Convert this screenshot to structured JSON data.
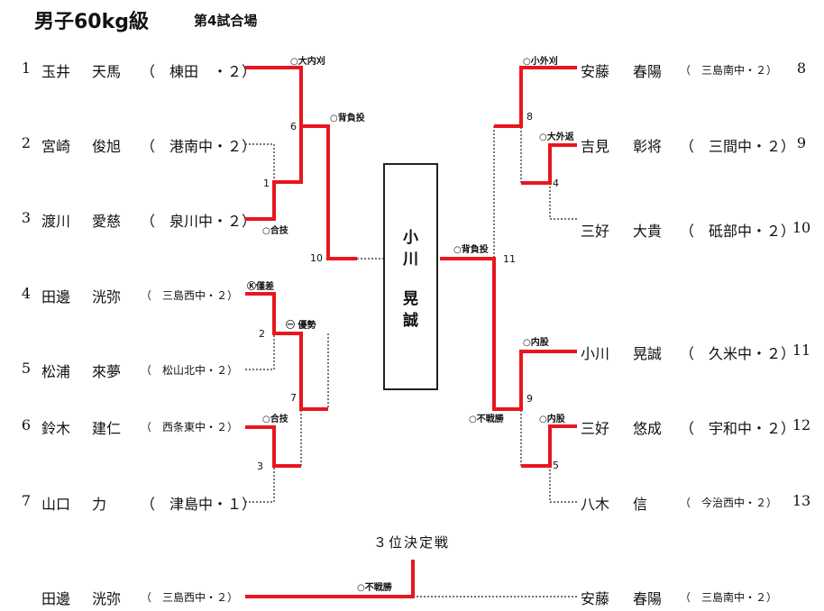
{
  "header": {
    "title": "男子60kg級",
    "subtitle": "第4試合場"
  },
  "left_entries": [
    {
      "no": "1",
      "last": "玉井",
      "first": "天馬",
      "org": "（　棟田　・２）",
      "org_small": false
    },
    {
      "no": "2",
      "last": "宮崎",
      "first": "俊旭",
      "org": "（　港南中・２）",
      "org_small": false
    },
    {
      "no": "3",
      "last": "渡川",
      "first": "愛慈",
      "org": "（　泉川中・２）",
      "org_small": false
    },
    {
      "no": "4",
      "last": "田邊",
      "first": "洸弥",
      "org": "（　三島西中・２）",
      "org_small": true
    },
    {
      "no": "5",
      "last": "松浦",
      "first": "來夢",
      "org": "（　松山北中・２）",
      "org_small": true
    },
    {
      "no": "6",
      "last": "鈴木",
      "first": "建仁",
      "org": "（　西条東中・２）",
      "org_small": true
    },
    {
      "no": "7",
      "last": "山口",
      "first": "力",
      "org": "（　津島中・１）",
      "org_small": false
    }
  ],
  "right_entries": [
    {
      "no": "8",
      "last": "安藤",
      "first": "春陽",
      "org": "（　三島南中・２）",
      "org_small": true
    },
    {
      "no": "9",
      "last": "吉見",
      "first": "彰将",
      "org": "（　三間中・２）",
      "org_small": false
    },
    {
      "no": "10",
      "last": "三好",
      "first": "大貴",
      "org": "（　砥部中・２）",
      "org_small": false
    },
    {
      "no": "11",
      "last": "小川",
      "first": "晃誠",
      "org": "（　久米中・２）",
      "org_small": false
    },
    {
      "no": "12",
      "last": "三好",
      "first": "悠成",
      "org": "（　宇和中・２）",
      "org_small": false
    },
    {
      "no": "13",
      "last": "八木",
      "first": "信",
      "org": "（　今治西中・２）",
      "org_small": true
    }
  ],
  "match_numbers": [
    "1",
    "2",
    "3",
    "4",
    "5",
    "6",
    "7",
    "8",
    "9",
    "10",
    "11"
  ],
  "results": {
    "r1": "○大内刈",
    "r6": "○背負投",
    "r1b": "○合技",
    "r2": "Ⓚ僅差",
    "r7": "㊀ 優勢",
    "r3": "○合技",
    "r8": "○小外刈",
    "r4": "○大外返",
    "r11": "○背負投",
    "r9": "○内股",
    "r9b": "○不戦勝",
    "r5": "○内股",
    "third": "○不戦勝"
  },
  "champion": {
    "chars": [
      "小",
      "川",
      "晃",
      "誠"
    ]
  },
  "third_place": {
    "title": "３位決定戦",
    "left": {
      "last": "田邊",
      "first": "洸弥",
      "org": "（　三島西中・２）"
    },
    "right": {
      "last": "安藤",
      "first": "春陽",
      "org": "（　三島南中・２）"
    }
  },
  "colors": {
    "win_line": "#e8161e",
    "lose_line": "#222222"
  }
}
